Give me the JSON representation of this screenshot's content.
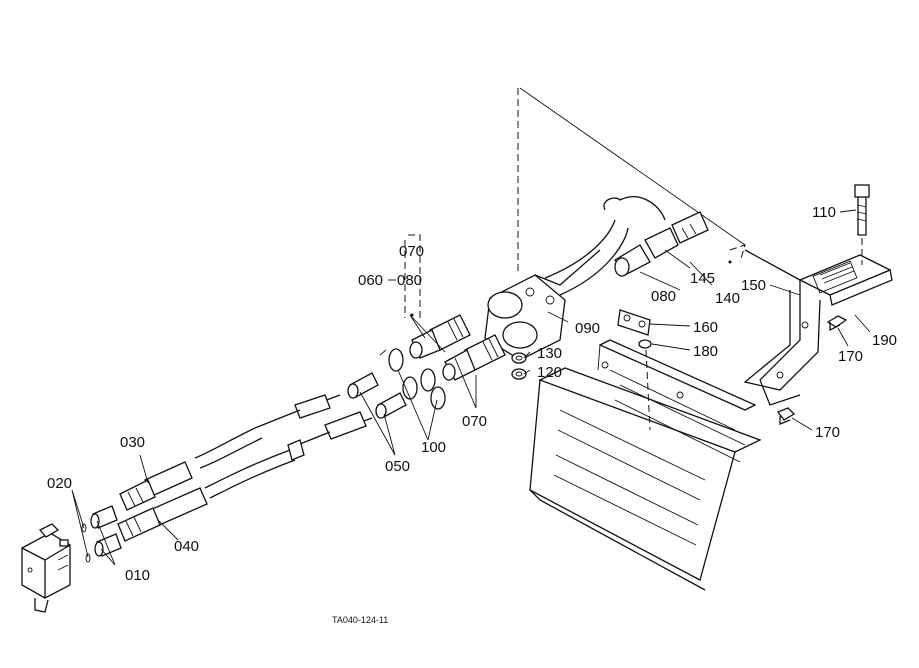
{
  "labels": {
    "p010": "010",
    "p020": "020",
    "p030": "030",
    "p040": "040",
    "p050": "050",
    "p060": "060",
    "p070_top": "070",
    "p080_top": "080",
    "p070_mid": "070",
    "p080_right": "080",
    "p090": "090",
    "p100": "100",
    "p110": "110",
    "p120": "120",
    "p130": "130",
    "p140": "140",
    "p145": "145",
    "p150": "150",
    "p160": "160",
    "p170_a": "170",
    "p170_b": "170",
    "p180": "180",
    "p190": "190"
  },
  "drawing_code": "TA040-124-11"
}
